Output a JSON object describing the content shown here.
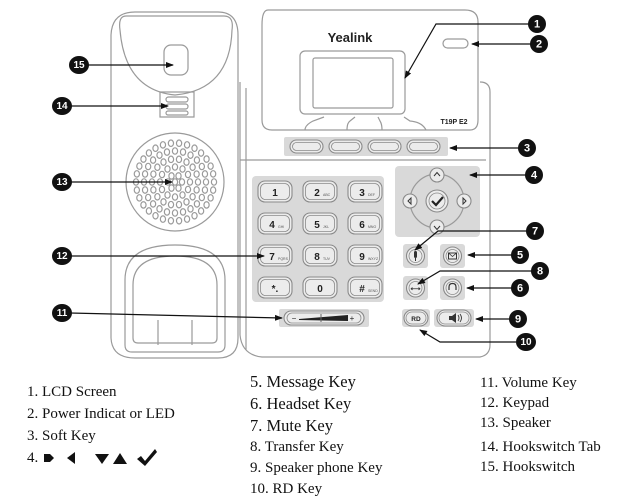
{
  "phone": {
    "brand": "Yealink",
    "model": "T19P E2",
    "keypad": [
      {
        "main": "1",
        "sub": ""
      },
      {
        "main": "2",
        "sub": "ABC"
      },
      {
        "main": "3",
        "sub": "DEF"
      },
      {
        "main": "4",
        "sub": "GHI"
      },
      {
        "main": "5",
        "sub": "JKL"
      },
      {
        "main": "6",
        "sub": "MNO"
      },
      {
        "main": "7",
        "sub": "PQRS"
      },
      {
        "main": "8",
        "sub": "TUV"
      },
      {
        "main": "9",
        "sub": "WXYZ"
      },
      {
        "main": "*.",
        "sub": ""
      },
      {
        "main": "0",
        "sub": ""
      },
      {
        "main": "#",
        "sub": "SEND"
      }
    ],
    "rd_label": "RD",
    "volume_minus": "−",
    "volume_plus": "+"
  },
  "callouts": [
    "1",
    "2",
    "3",
    "4",
    "5",
    "6",
    "7",
    "8",
    "9",
    "10",
    "11",
    "12",
    "13",
    "14",
    "15"
  ],
  "legend": {
    "col1": [
      "1. LCD Screen",
      "2. Power Indicat or LED",
      "3. Soft Key",
      "4."
    ],
    "col1_symbols": [
      "arrow-right-icon",
      "arrow-left-icon",
      "arrow-down-icon",
      "arrow-up-icon",
      "checkmark-icon"
    ],
    "col2": [
      "5. Message Key",
      "6. Headset Key",
      "7. Mute Key",
      "8. Transfer Key",
      "9. Speaker phone Key",
      "10. RD Key"
    ],
    "col3": [
      "11. Volume Key",
      "12. Keypad",
      "13. Speaker",
      "14. Hookswitch Tab",
      "15. Hookswitch"
    ]
  },
  "colors": {
    "outline": "#9a9a9a",
    "panel": "#d9d9d9",
    "callout_fill": "#111111",
    "callout_text": "#ffffff",
    "leader": "#111111"
  }
}
